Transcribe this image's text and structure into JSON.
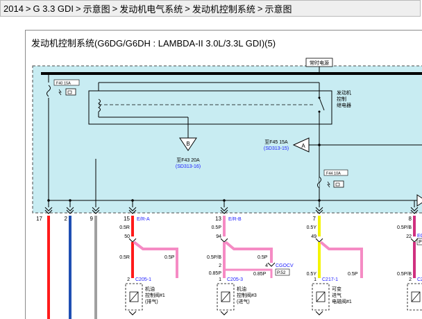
{
  "breadcrumb": {
    "items": [
      "2014",
      "G 3.3 GDI",
      "示意图",
      "发动机电气系统",
      "发动机控制系统",
      "示意图"
    ],
    "separator": ">"
  },
  "diagram": {
    "title": "发动机控制系统(G6DG/G6DH : LAMBDA-II 3.0L/3.3L GDI)(5)",
    "hot_label": "常时电源",
    "fuse_f40": "F40 15A",
    "fuse_f44": "F44 10A",
    "relay_label": [
      "发动机",
      "控制",
      "继电器"
    ],
    "conn_b_letter": "B",
    "conn_b_text1": "至F43 20A",
    "conn_b_text2": "(SD313-16)",
    "conn_a_letter": "A",
    "conn_a_text1": "至F45 15A",
    "conn_a_text2": "(SD313-15)",
    "pins": {
      "p17": "17",
      "p2": "2",
      "p9": "9",
      "p15": "15",
      "w15": "E/R-A",
      "p13": "13",
      "w13": "E/R-B",
      "p7": "7",
      "p8": "8",
      "w8": "EC",
      "w8_box": "P"
    },
    "wires": {
      "w05r_a": "0.5R",
      "n50": "50",
      "w05p_a": "0.5P",
      "n94": "94",
      "w05y_a": "0.5Y",
      "n49": "49",
      "w05pb_a": "0.5P/B",
      "n22": "22",
      "w05r_b": "0.5R",
      "w05p_b": "0.5P",
      "w05pb_b": "0.5P/B",
      "w05p_c": "0.5P",
      "n2": "2",
      "n4": "4",
      "w085p_a": "0.85P",
      "w085p_b": "0.85P",
      "cgocv": "CGOCV",
      "p52": "P.52",
      "n1": "1",
      "w05y_b": "0.5Y",
      "w05p_d": "0.5P",
      "w05pb_c": "0.5P/B",
      "c2051_pin": "2",
      "c2051": "C205-1",
      "c2053_pin": "1",
      "c2053": "C205-3",
      "c2171_pin": "1",
      "c2171": "C217-1",
      "c2_pin": "2",
      "c2": "C2"
    },
    "valve1": [
      "机油",
      "控制阀#1",
      "(排气)"
    ],
    "valve3": [
      "机油",
      "控制阀#3",
      "(进气)"
    ],
    "valve_cvvl": [
      "可变",
      "进气",
      "电磁阀#1"
    ],
    "colors": {
      "panel": "#c8ecf2",
      "red": "#ff1a1a",
      "blue": "#1f4fb3",
      "gray": "#a0a0a0",
      "pink": "#f58bc4",
      "yellow": "#f4f400",
      "magenta": "#d0307f",
      "wire_label": "#1a1aff"
    }
  }
}
